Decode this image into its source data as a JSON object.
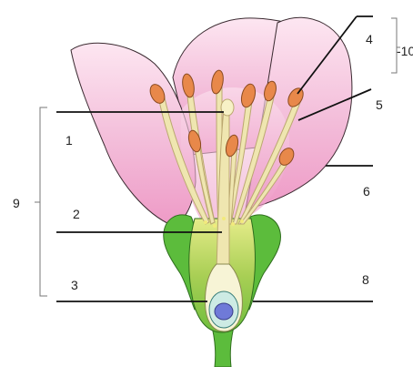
{
  "labels": {
    "l1": "1",
    "l2": "2",
    "l3": "3",
    "l4": "4",
    "l5": "5",
    "l6": "6",
    "l8": "8",
    "l9": "9",
    "l10": "-10"
  },
  "colors": {
    "petal_fill": "#f1b8d6",
    "petal_stroke": "#3a2a30",
    "sepal_fill": "#5cbc3c",
    "sepal_inner": "#a8d45a",
    "filament": "#efe6b0",
    "anther": "#e8884a",
    "ovule_fill": "#cdebe4",
    "nucleus": "#6f7ad8",
    "pollen": "#e8e080"
  }
}
